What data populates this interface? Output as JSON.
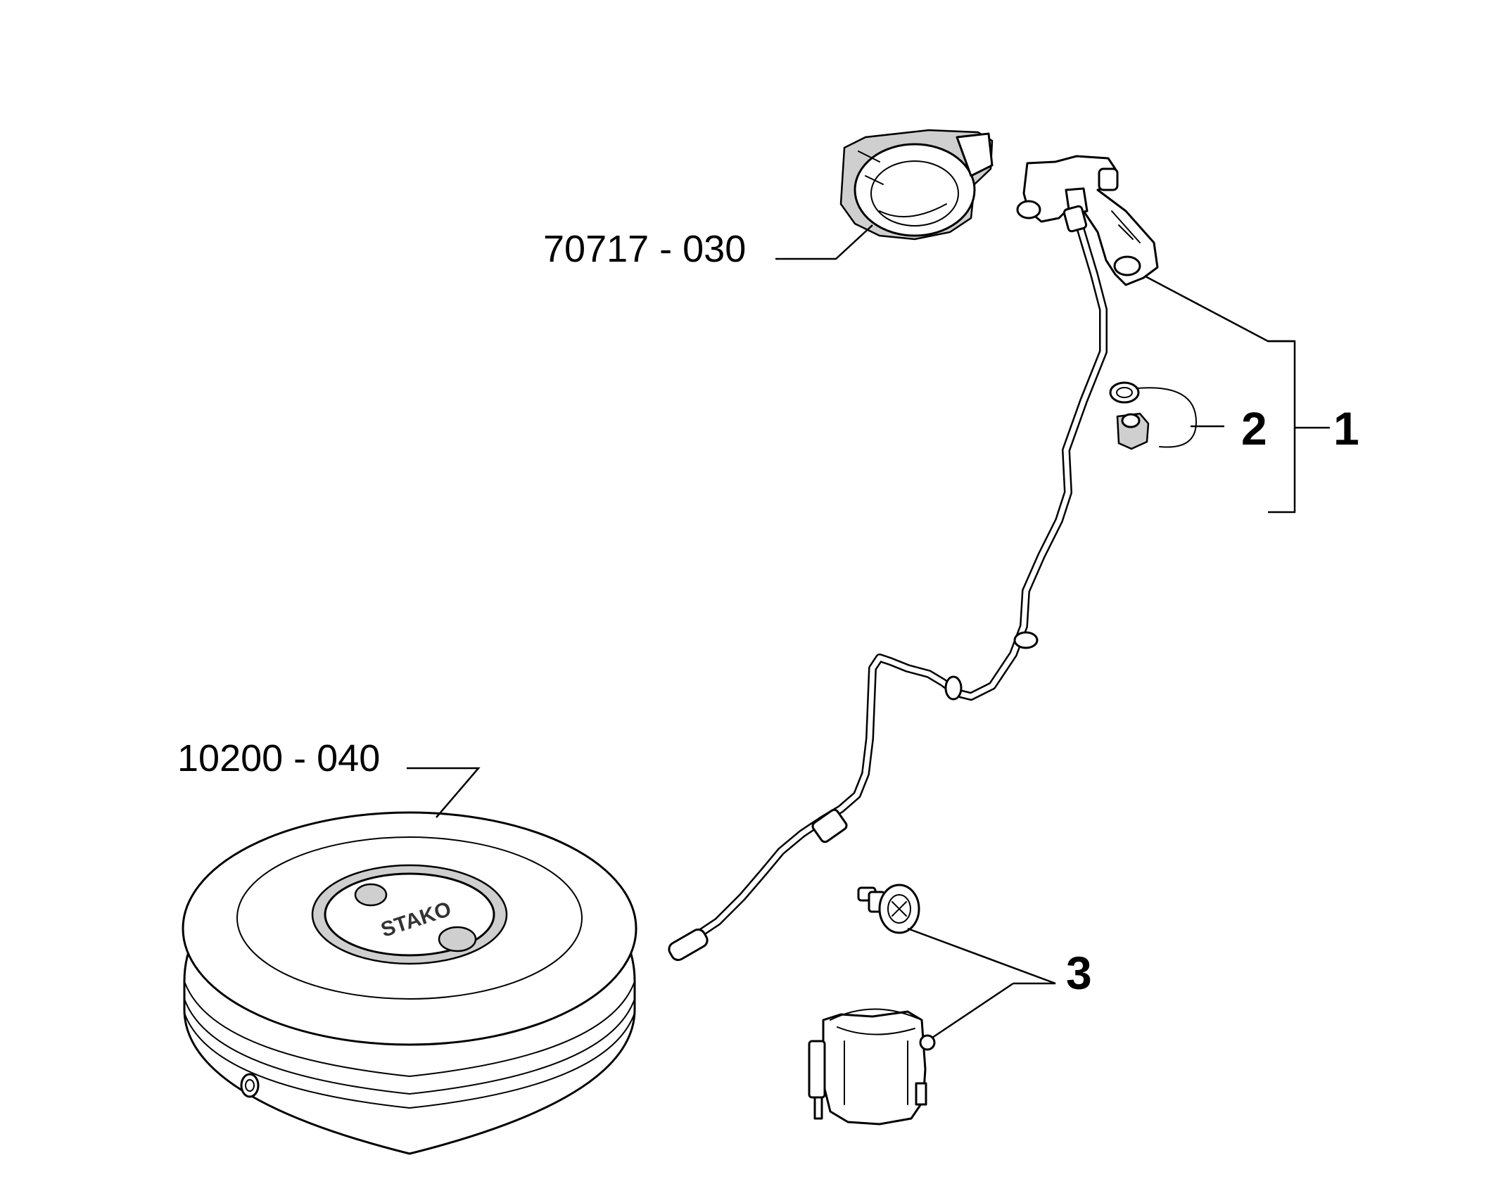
{
  "labels": {
    "fill_housing_ref": "70717 - 030",
    "tank_ref": "10200 - 040",
    "callout_1": "1",
    "callout_2": "2",
    "callout_3": "3"
  },
  "tank": {
    "brand_text": "STAKO"
  },
  "colors": {
    "line": "#000000",
    "background": "#ffffff",
    "shade": "#cfcfcf"
  }
}
